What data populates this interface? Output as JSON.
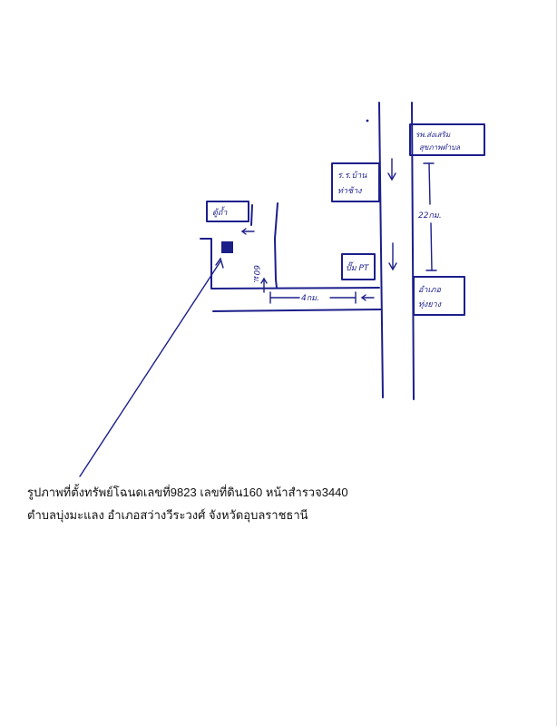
{
  "map": {
    "labels": {
      "top_right_box": [
        "รพ.ส่งเสริม",
        "สุขภาพตำบล"
      ],
      "mid_box": [
        "ร.ร.บ้าน",
        "ท่าช้าง"
      ],
      "shop_box": "ปั๊ม PT",
      "bottom_right_box": [
        "อำเภอ",
        "ทุ่งยาง"
      ],
      "top_left_box": "ตู้ถ้ำ",
      "distance_vertical": "22กม.",
      "distance_horizontal": "4กม.",
      "distance_side": "60ม."
    }
  },
  "caption": {
    "line1": "รูปภาพที่ตั้งทรัพย์โฉนดเลขที่9823 เลขที่ดิน160 หน้าสำรวจ3440",
    "line2": "ตำบลบุ่งมะแลง  อำเภอสว่างวีระวงศ์  จังหวัดอุบลราชธานี"
  }
}
